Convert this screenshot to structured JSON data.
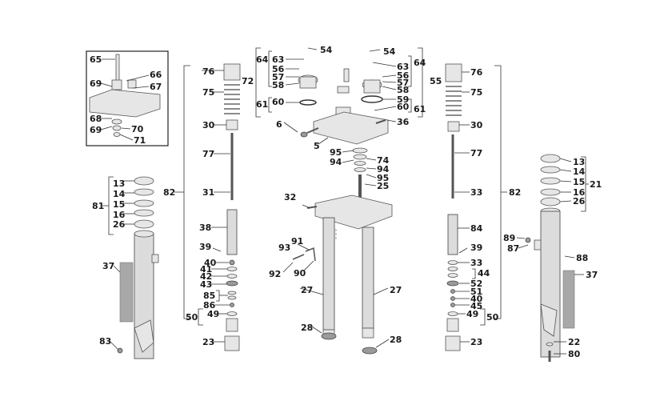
{
  "callouts": {
    "c65": "65",
    "c66": "66",
    "c67": "67",
    "c69a": "69",
    "c68": "68",
    "c69b": "69",
    "c70": "70",
    "c71": "71",
    "c76l": "76",
    "c75l": "75",
    "c30l": "30",
    "c77l": "77",
    "c31": "31",
    "c82l": "82",
    "c38": "38",
    "c39l": "39",
    "c40l": "40",
    "c41": "41",
    "c42": "42",
    "c43": "43",
    "c85": "85",
    "c86": "86",
    "c49l": "49",
    "c50l": "50",
    "c23l": "23",
    "c13l": "13",
    "c14l": "14",
    "c15l": "15",
    "c16l": "16",
    "c26l": "26",
    "c81": "81",
    "c37l": "37",
    "c83": "83",
    "c54l": "54",
    "c63l": "63",
    "c64l": "64",
    "c56l": "56",
    "c57l": "57",
    "c72": "72",
    "c58l": "58",
    "c60l": "60",
    "c61l": "61",
    "c6": "6",
    "c5": "5",
    "c95a": "95",
    "c94a": "94",
    "c74": "74",
    "c94b": "94",
    "c95b": "95",
    "c25": "25",
    "c32": "32",
    "c91": "91",
    "c93": "93",
    "c92": "92",
    "c90": "90",
    "c27l": "27",
    "c27r": "27",
    "c28l": "28",
    "c28r": "28",
    "c54r": "54",
    "c64r": "64",
    "c63r": "63",
    "c56r": "56",
    "c57r": "57",
    "c55": "55",
    "c58r": "58",
    "c59": "59",
    "c60r": "60",
    "c61r": "61",
    "c36": "36",
    "c76r": "76",
    "c75r": "75",
    "c30r": "30",
    "c77r": "77",
    "c33a": "33",
    "c82r": "82",
    "c84": "84",
    "c39r": "39",
    "c33b": "33",
    "c44": "44",
    "c52": "52",
    "c51": "51",
    "c40r": "40",
    "c45": "45",
    "c49r": "49",
    "c50r": "50",
    "c23r": "23",
    "c13r": "13",
    "c14r": "14",
    "c21": "21",
    "c15r": "15",
    "c16r": "16",
    "c26r": "26",
    "c89": "89",
    "c87": "87",
    "c88": "88",
    "c37r": "37",
    "c22": "22",
    "c80": "80"
  }
}
